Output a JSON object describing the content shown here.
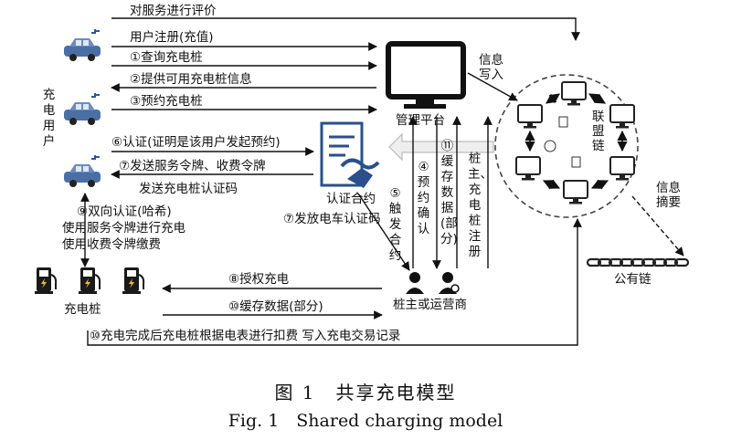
{
  "flows": {
    "evaluate": "对服务进行评价",
    "register": "用户注册(充值)",
    "query": "①查询充电桩",
    "provide_info": "②提供可用充电桩信息",
    "reserve": "③预约充电桩",
    "auth": "⑥认证(证明是该用户发起预约)",
    "tokens": "⑦发送服务令牌、收费令牌",
    "send_cert": "发送充电桩认证码",
    "mutual_auth": "⑨双向认证(哈希)",
    "use_service_token": "使用服务令牌进行充电",
    "use_fee_token": "使用收费令牌缴费",
    "issue_car_cert": "⑦发放电车认证码",
    "authorize": "⑧授权充电",
    "cache_data": "⑩缓存数据(部分)",
    "finish": "⑩充电完成后充电桩根据电表进行扣费 写入充电交易记录",
    "info_write": "信息写入",
    "info_summary": "信息摘要",
    "trigger_contract": "⑤触发合约",
    "confirm_reserve": "④预约确认",
    "cache_partial": "⑪缓存数据(部分)",
    "pile_register": "桩主、充电桩注册"
  },
  "nodes": {
    "charging_user": "充电用户",
    "management_platform": "管理平台",
    "consortium_chain": "联盟链",
    "smart_contract": "认证合约",
    "pile_owner": "桩主或运营商",
    "charging_pile": "充电桩",
    "public_chain": "公有链"
  },
  "caption": {
    "cn": "图 1　共享充电模型",
    "en": "Fig. 1　Shared charging model"
  }
}
